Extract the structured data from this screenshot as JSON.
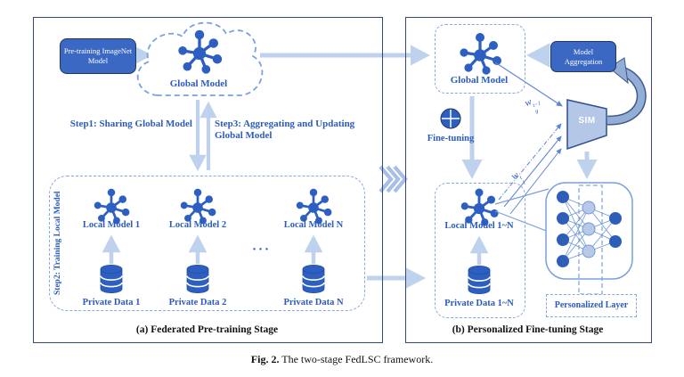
{
  "figure": {
    "caption_prefix": "Fig. 2.",
    "caption_text": " The two-stage FedLSC framework."
  },
  "panel_a": {
    "caption": "(a) Federated Pre-training Stage",
    "pretrain_box_label": "Pre-training ImageNet Model",
    "global_model_label": "Global Model",
    "step1_label": "Step1: Sharing Global Model",
    "step3_label": "Step3: Aggregating and Updating Global Model",
    "step2_vertical_label": "Step2: Training Local Model",
    "local_models": [
      "Local Model 1",
      "Local Model 2",
      "Local Model N"
    ],
    "private_data": [
      "Private Data 1",
      "Private Data 2",
      "Private Data N"
    ],
    "ellipsis": "···"
  },
  "panel_b": {
    "caption": "(b) Personalized Fine-tuning Stage",
    "global_model_label": "Global Model",
    "model_aggregation_label": "Model Aggregation",
    "sim_label": "SIM",
    "fine_tuning_label": "Fine-tuning",
    "local_model_label": "Local Model 1~N",
    "private_data_label": "Private Data 1~N",
    "personalized_layer_label": "Personalized Layer",
    "w_global": {
      "base": "w",
      "sub": "g",
      "sup": "t−1"
    },
    "w_local": {
      "base": "w",
      "sub": "l",
      "sup": "t"
    }
  },
  "icons": {
    "network": "graph-network-icon",
    "database": "database-icon",
    "fine_tuning": "circle-plus-icon",
    "cloud": "cloud-icon",
    "chevrons": "fast-forward-chevrons-icon"
  },
  "colors": {
    "accent_blue": "#2b5bc0",
    "icon_blue": "#2d5fc2",
    "box_fill": "#3b68c2",
    "box_border": "#1f3864",
    "light_arrow": "#bfd2ed",
    "dashed_border": "#85a9e0",
    "panel_border": "#35477a",
    "sim_fill": "#b4c7e7",
    "node_light": "#b7c9e7",
    "node_dark": "#2e5eb8"
  }
}
